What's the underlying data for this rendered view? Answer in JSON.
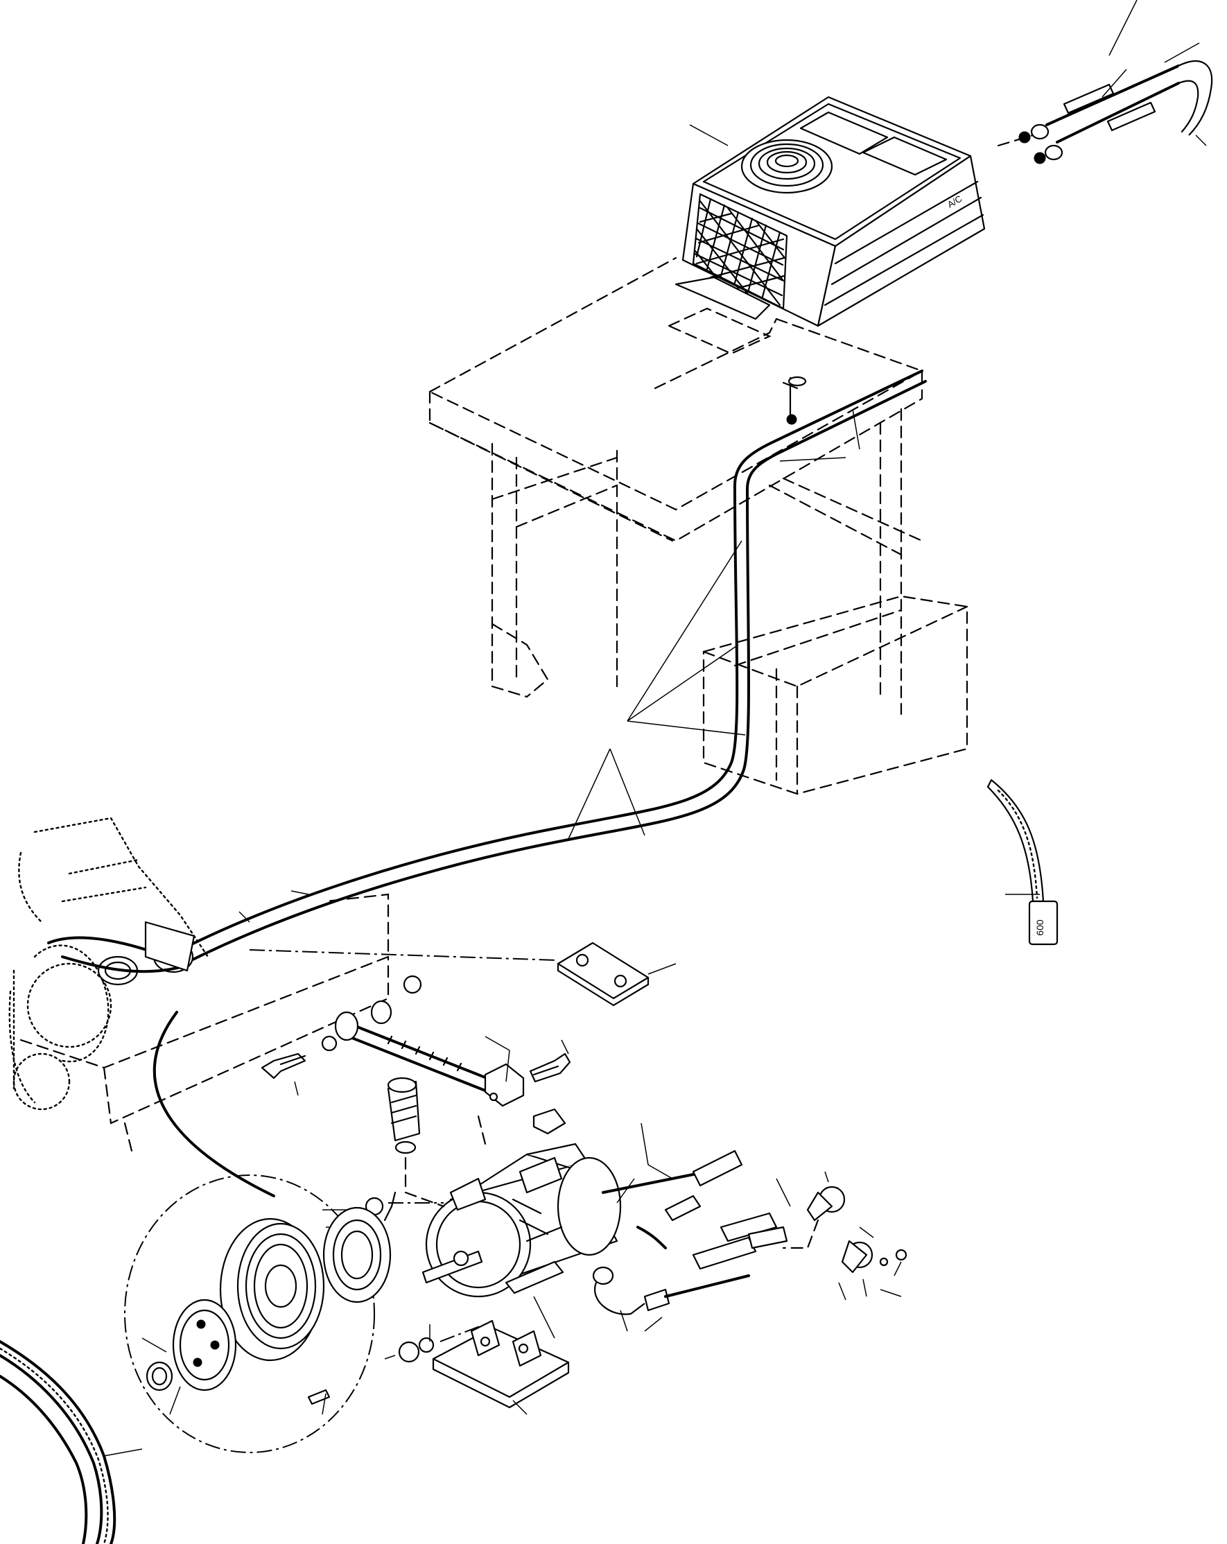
{
  "figure": {
    "kind": "exploded parts diagram",
    "labels": {
      "heater_unit_badge": "A/C",
      "hose_tag": "600"
    },
    "colors": {
      "ink": "#000000",
      "paper": "#ffffff"
    }
  },
  "parts": [
    {
      "id": "cab-heater-ac-unit"
    },
    {
      "id": "refrigerant-hose-pair"
    },
    {
      "id": "operator-platform"
    },
    {
      "id": "battery-box"
    },
    {
      "id": "engine-block"
    },
    {
      "id": "mounting-plate"
    },
    {
      "id": "adjusting-rod"
    },
    {
      "id": "compressor"
    },
    {
      "id": "clutch-assembly"
    },
    {
      "id": "compressor-bracket"
    },
    {
      "id": "drive-belt"
    },
    {
      "id": "drain-hose"
    },
    {
      "id": "hose-fittings"
    }
  ]
}
